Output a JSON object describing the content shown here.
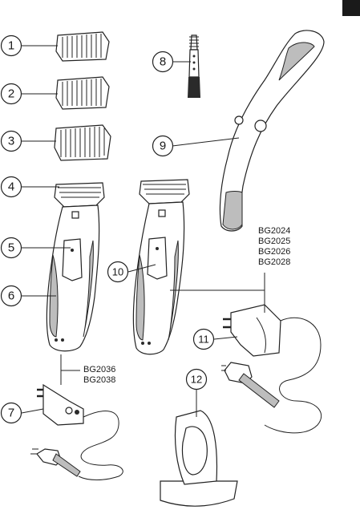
{
  "callouts": [
    "1",
    "2",
    "3",
    "4",
    "5",
    "6",
    "7",
    "8",
    "9",
    "10",
    "11",
    "12"
  ],
  "models": {
    "top_right": [
      "BG2024",
      "BG2025",
      "BG2026",
      "BG2028"
    ],
    "bottom_left": [
      "BG2036",
      "BG2038"
    ]
  },
  "colors": {
    "ink": "#222222",
    "shade": "#bdbdbd",
    "tab": "#1a1a1a"
  }
}
